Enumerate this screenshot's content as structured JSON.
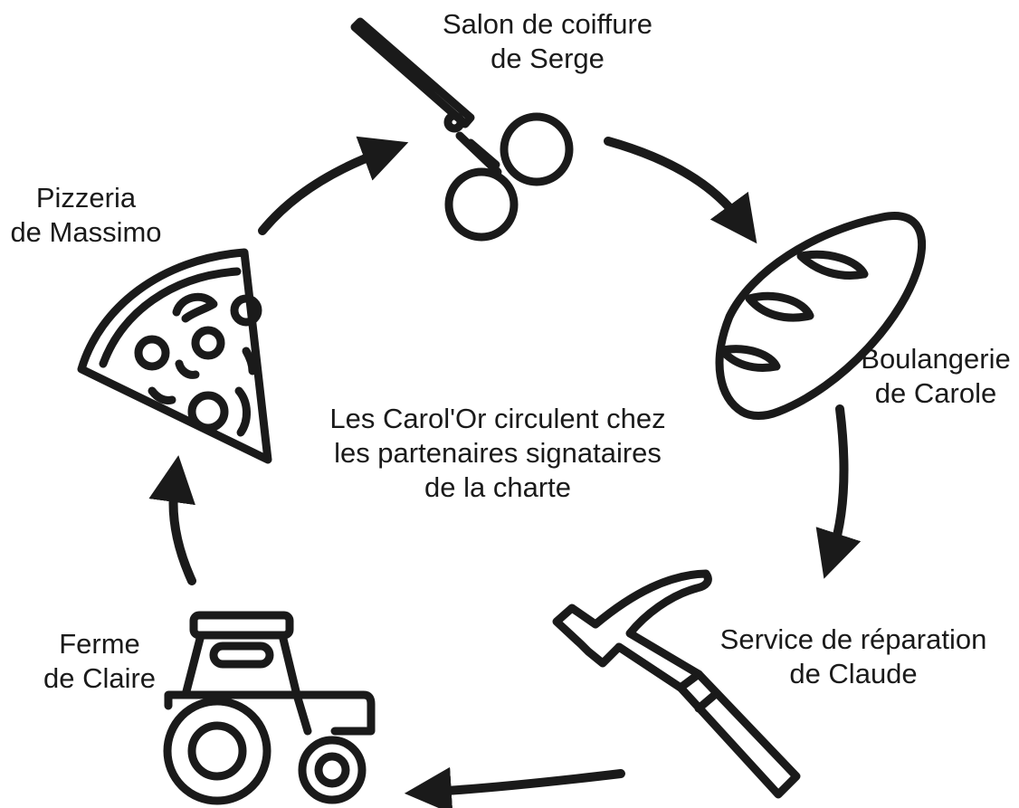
{
  "center_text": {
    "line1": "Les Carol'Or circulent chez",
    "line2": "les partenaires signataires",
    "line3": "de la charte"
  },
  "nodes": [
    {
      "id": "salon",
      "icon": "scissors-icon",
      "line1": "Salon de coiffure",
      "line2": "de Serge"
    },
    {
      "id": "boulangerie",
      "icon": "bread-icon",
      "line1": "Boulangerie",
      "line2": "de Carole"
    },
    {
      "id": "reparation",
      "icon": "hammer-icon",
      "line1": "Service de réparation",
      "line2": "de Claude"
    },
    {
      "id": "ferme",
      "icon": "tractor-icon",
      "line1": "Ferme",
      "line2": "de Claire"
    },
    {
      "id": "pizzeria",
      "icon": "pizza-slice-icon",
      "line1": "Pizzeria",
      "line2": "de Massimo"
    }
  ],
  "colors": {
    "stroke": "#1a1a1a",
    "background": "#ffffff"
  }
}
